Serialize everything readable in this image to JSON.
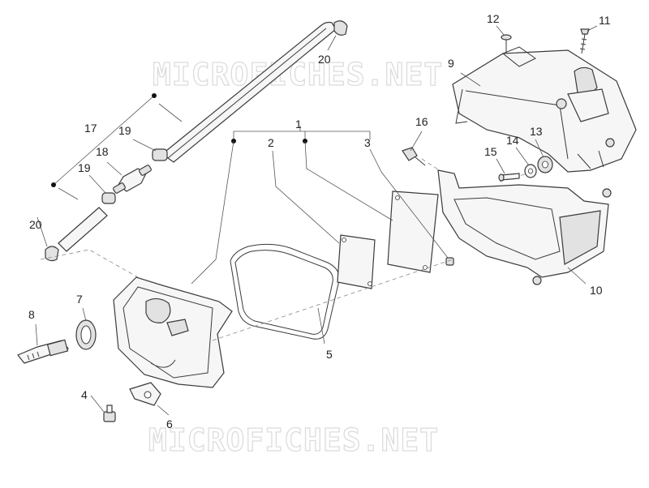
{
  "watermarks": [
    "MICROFICHES.NET",
    "MICROFICHES.NET"
  ],
  "callouts": [
    "1",
    "2",
    "3",
    "4",
    "5",
    "6",
    "7",
    "8",
    "9",
    "10",
    "11",
    "12",
    "13",
    "14",
    "15",
    "16",
    "17",
    "18",
    "19",
    "19",
    "20",
    "20"
  ]
}
